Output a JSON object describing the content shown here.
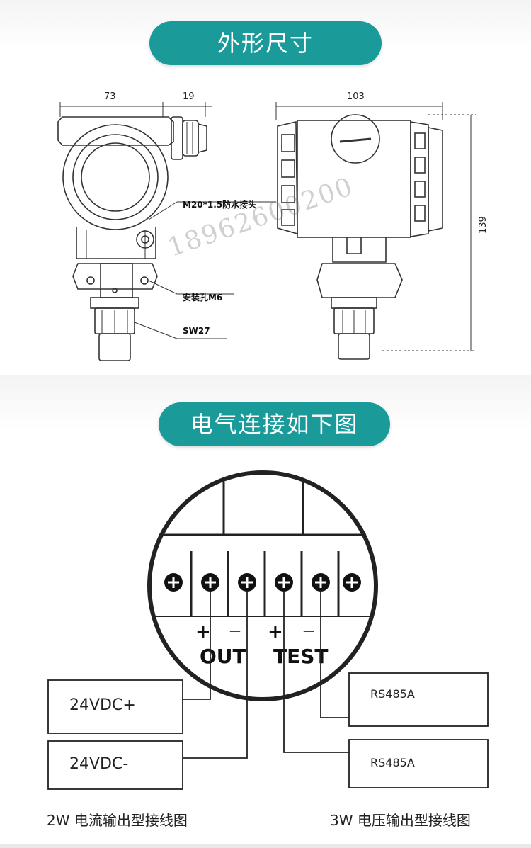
{
  "header1": {
    "title": "外形尺寸"
  },
  "header2": {
    "title": "电气连接如下图"
  },
  "dims": {
    "width_front": "73",
    "width_connector": "19",
    "width_side": "103",
    "height": "139",
    "label_connector": "M20*1.5防水接头",
    "label_hole": "安装孔M6",
    "label_wrench": "SW27"
  },
  "watermark": "18962600200",
  "terminal": {
    "plus_left": "+",
    "minus_left": "—",
    "plus_right": "+",
    "minus_right": "—",
    "out_label": "OUT",
    "test_label": "TEST"
  },
  "boxes": {
    "left_top": "24VDC+",
    "left_bottom": "24VDC-",
    "right_top": "RS485A",
    "right_bottom": "RS485A"
  },
  "captions": {
    "left": "2W 电流输出型接线图",
    "right": "3W 电压输出型接线图"
  }
}
